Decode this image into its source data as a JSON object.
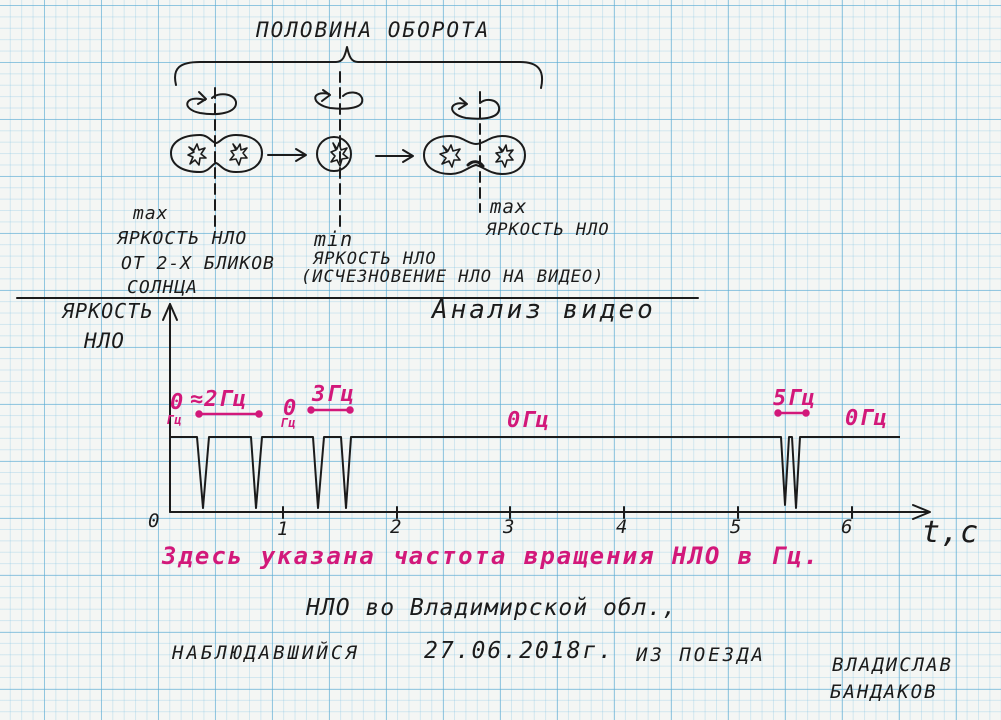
{
  "title": "ПОЛОВИНА ОБОРОТА",
  "phases": [
    {
      "line1": "max",
      "line2": "ЯРКОСТЬ НЛО",
      "line3": "ОТ 2-Х БЛИКОВ",
      "line4": "СОЛНЦА"
    },
    {
      "line1": "min",
      "line2": "ЯРКОСТЬ НЛО",
      "line3": "(ИСЧЕЗНОВЕНИЕ НЛО НА ВИДЕО)"
    },
    {
      "line1": "max",
      "line2": "ЯРКОСТЬ НЛО"
    }
  ],
  "analysis_label": "Анализ видео",
  "y_axis_label": [
    "ЯРКОСТЬ",
    "НЛО"
  ],
  "x_axis": {
    "origin": "0",
    "ticks": [
      "1",
      "2",
      "3",
      "4",
      "5",
      "6"
    ],
    "unit": "t,c"
  },
  "frequency_labels": [
    {
      "value": "0",
      "unit": "Гц"
    },
    {
      "value": "≈2Гц"
    },
    {
      "value": "0",
      "unit": "Гц"
    },
    {
      "value": "3Гц"
    },
    {
      "value": "0Гц"
    },
    {
      "value": "5Гц"
    },
    {
      "value": "0Гц"
    }
  ],
  "note": "Здесь указана частота вращения НЛО в Гц.",
  "signature": {
    "line1": "НЛО во Владимирской обл.,",
    "line2a": "НАБЛЮДАВШИЙСЯ",
    "line2b": "27.06.2018г.",
    "line2c": "ИЗ ПОЕЗДА"
  },
  "author": [
    "ВЛАДИСЛАВ",
    "БАНДАКОВ"
  ],
  "colors": {
    "ink": "#1b1b1b",
    "accent": "#d2187a",
    "grid": "#5aaad2"
  }
}
